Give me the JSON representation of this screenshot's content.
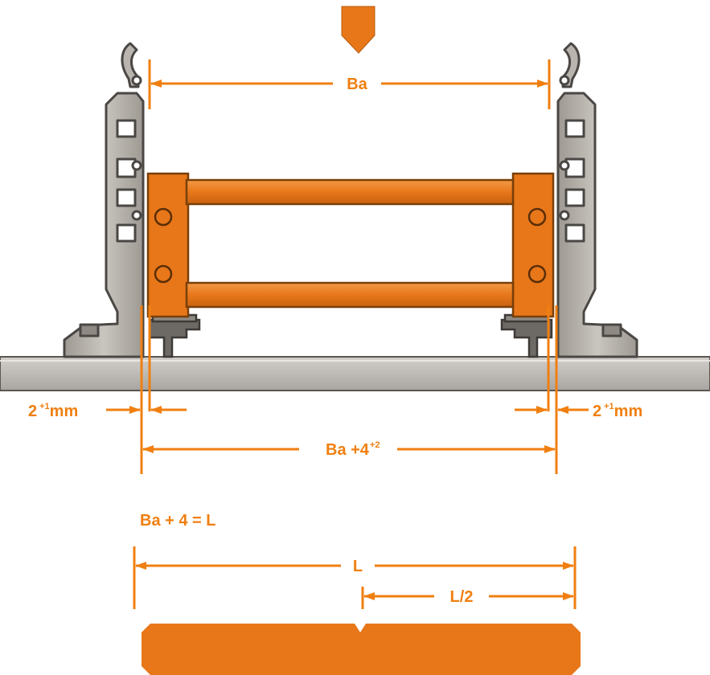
{
  "colors": {
    "accent": "#f07f10",
    "part_orange": "#e8771a",
    "part_orange_dark": "#a8520b",
    "rail_grey": "#b9b4ae",
    "rail_dark": "#4a4744",
    "floor_grey": "#bdb9b4"
  },
  "labels": {
    "ba": "Ba",
    "gap_left": "2",
    "gap_left_sup": "+1",
    "gap_left_unit": "mm",
    "gap_right": "2",
    "gap_right_sup": "+1",
    "gap_right_unit": "mm",
    "ba_plus": "Ba +4",
    "ba_plus_sup": "+2",
    "formula": "Ba + 4 = L",
    "length": "L",
    "half_length": "L/2"
  },
  "icons": {
    "cut_marker": "pointer-down-icon"
  }
}
